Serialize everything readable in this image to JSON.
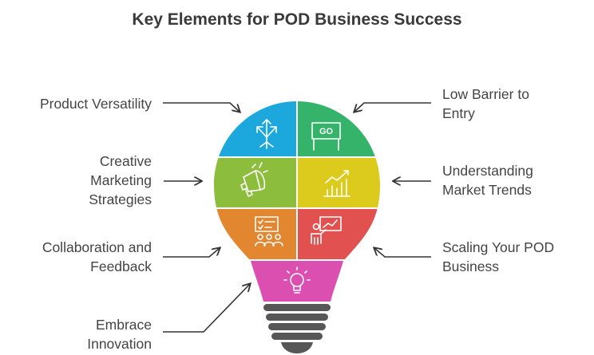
{
  "title": "Key Elements for POD Business Success",
  "labels": {
    "product_versatility": [
      "Product Versatility"
    ],
    "creative_marketing": [
      "Creative",
      "Marketing",
      "Strategies"
    ],
    "collaboration": [
      "Collaboration and",
      "Feedback"
    ],
    "embrace_innovation": [
      "Embrace",
      "Innovation"
    ],
    "low_barrier": [
      "Low Barrier to",
      "Entry"
    ],
    "market_trends": [
      "Understanding",
      "Market Trends"
    ],
    "scaling": [
      "Scaling Your POD",
      "Business"
    ]
  },
  "icons": {
    "go_sign_text": "GO"
  },
  "colors": {
    "blue": "#1ca8dd",
    "green": "#35b36a",
    "olive": "#8cbd3c",
    "yellow": "#dcca1d",
    "orange": "#e2862f",
    "red": "#e0514f",
    "pink": "#db4fb0",
    "base": "#575757",
    "arrow": "#333333"
  }
}
